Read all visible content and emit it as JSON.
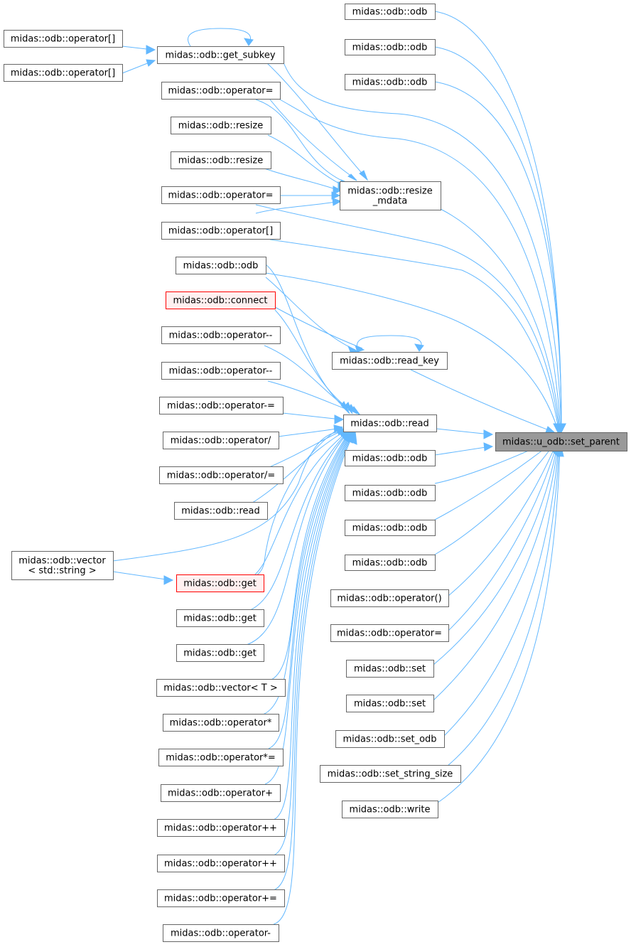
{
  "colors": {
    "edge": "#63b8ff",
    "node_border": "#666666",
    "node_fill": "#ffffff",
    "highlight_border": "#ff0000",
    "highlight_fill": "#fff0f0",
    "target_fill": "#999999"
  },
  "diagram": {
    "type": "call-graph",
    "direction": "right-to-left",
    "target": "midas::u_odb::set_parent",
    "nodes": [
      {
        "id": "n_odb_1",
        "label": "midas::odb::odb"
      },
      {
        "id": "n_odb_2",
        "label": "midas::odb::odb"
      },
      {
        "id": "n_odb_3",
        "label": "midas::odb::odb"
      },
      {
        "id": "n_opidx_a",
        "label": "midas::odb::operator[]"
      },
      {
        "id": "n_opidx_b",
        "label": "midas::odb::operator[]"
      },
      {
        "id": "n_get_subkey",
        "label": "midas::odb::get_subkey"
      },
      {
        "id": "n_opeq_1",
        "label": "midas::odb::operator="
      },
      {
        "id": "n_resize_1",
        "label": "midas::odb::resize"
      },
      {
        "id": "n_resize_2",
        "label": "midas::odb::resize"
      },
      {
        "id": "n_resize_mdata",
        "label": [
          "midas::odb::resize",
          "_mdata"
        ]
      },
      {
        "id": "n_opeq_2",
        "label": "midas::odb::operator="
      },
      {
        "id": "n_opidx_c",
        "label": "midas::odb::operator[]"
      },
      {
        "id": "n_odb_4",
        "label": "midas::odb::odb"
      },
      {
        "id": "n_connect",
        "label": "midas::odb::connect",
        "highlight": true
      },
      {
        "id": "n_opdec_1",
        "label": "midas::odb::operator--"
      },
      {
        "id": "n_read_key",
        "label": "midas::odb::read_key"
      },
      {
        "id": "n_opdec_2",
        "label": "midas::odb::operator--"
      },
      {
        "id": "n_opmineq",
        "label": "midas::odb::operator-="
      },
      {
        "id": "n_read",
        "label": "midas::odb::read"
      },
      {
        "id": "n_target",
        "label": "midas::u_odb::set_parent",
        "target": true
      },
      {
        "id": "n_opdiv",
        "label": "midas::odb::operator/"
      },
      {
        "id": "n_odb_5",
        "label": "midas::odb::odb"
      },
      {
        "id": "n_opdiveq",
        "label": "midas::odb::operator/="
      },
      {
        "id": "n_odb_6",
        "label": "midas::odb::odb"
      },
      {
        "id": "n_read_2",
        "label": "midas::odb::read"
      },
      {
        "id": "n_odb_7",
        "label": "midas::odb::odb"
      },
      {
        "id": "n_vector_str",
        "label": [
          "midas::odb::vector",
          "< std::string >"
        ]
      },
      {
        "id": "n_odb_8",
        "label": "midas::odb::odb"
      },
      {
        "id": "n_get_1",
        "label": "midas::odb::get",
        "highlight": true
      },
      {
        "id": "n_opcall",
        "label": "midas::odb::operator()"
      },
      {
        "id": "n_get_2",
        "label": "midas::odb::get"
      },
      {
        "id": "n_opeq_3",
        "label": "midas::odb::operator="
      },
      {
        "id": "n_get_3",
        "label": "midas::odb::get"
      },
      {
        "id": "n_set_1",
        "label": "midas::odb::set"
      },
      {
        "id": "n_vector_t",
        "label": "midas::odb::vector< T >"
      },
      {
        "id": "n_set_2",
        "label": "midas::odb::set"
      },
      {
        "id": "n_opmul",
        "label": "midas::odb::operator*"
      },
      {
        "id": "n_set_odb",
        "label": "midas::odb::set_odb"
      },
      {
        "id": "n_opmuleq",
        "label": "midas::odb::operator*="
      },
      {
        "id": "n_set_string_size",
        "label": "midas::odb::set_string_size"
      },
      {
        "id": "n_opplus",
        "label": "midas::odb::operator+"
      },
      {
        "id": "n_write",
        "label": "midas::odb::write"
      },
      {
        "id": "n_opinc_1",
        "label": "midas::odb::operator++"
      },
      {
        "id": "n_opinc_2",
        "label": "midas::odb::operator++"
      },
      {
        "id": "n_oppluseq",
        "label": "midas::odb::operator+="
      },
      {
        "id": "n_opminus",
        "label": "midas::odb::operator-"
      }
    ]
  }
}
